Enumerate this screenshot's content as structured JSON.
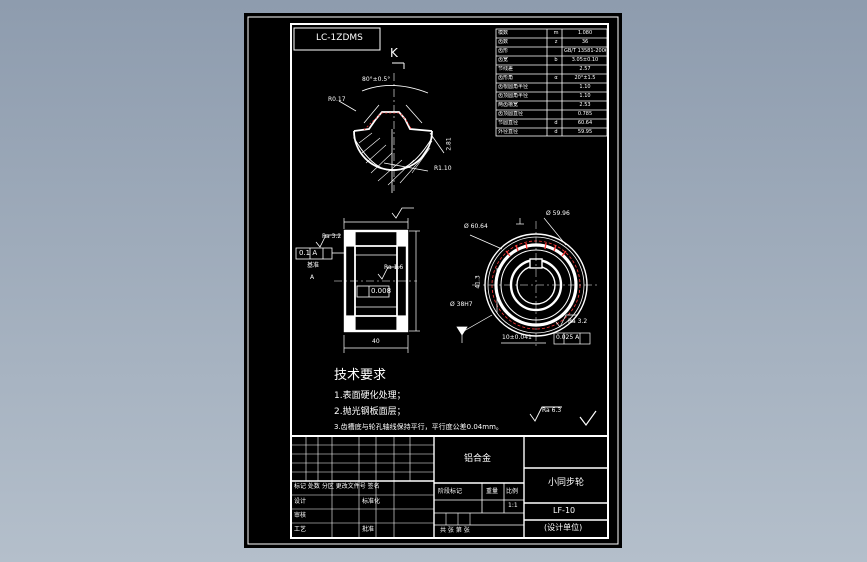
{
  "drawing": {
    "code_box": "LC-1ZDMS",
    "view_label": "K",
    "param_table": [
      [
        "模数",
        "m",
        "1.080"
      ],
      [
        "齿数",
        "z",
        "36"
      ],
      [
        "齿形",
        "",
        "GB/T 13581-2006"
      ],
      [
        "齿宽",
        "b",
        "3.05±0.10"
      ],
      [
        "节线差",
        "",
        "2.57"
      ],
      [
        "齿形角",
        "α",
        "20°±1.5"
      ],
      [
        "齿根圆角半径",
        "",
        "1.10"
      ],
      [
        "齿顶圆角半径",
        "",
        "1.10"
      ],
      [
        "两齿槽宽",
        "",
        "2.53"
      ],
      [
        "齿顶圆直径",
        "",
        "0.785"
      ],
      [
        "节圆直径",
        "d",
        "60.64"
      ],
      [
        "外径直径",
        "d",
        "59.95"
      ]
    ],
    "dims": {
      "r_top": "R0.17",
      "angle": "80°±0.5°",
      "r_bottom": "R1.10",
      "depth": "2.81",
      "d_outer": "Ø 60.64",
      "d_pitch": "Ø 59.96",
      "d_bore": "Ø 38",
      "bore_fit": "41.3",
      "keyway": "10±0.041",
      "width": "40",
      "ra_1": "Ra 1.6",
      "ra_2": "Ra 3.2",
      "ra_3": "Ra 3.2",
      "tol_a": "0.1 A",
      "tol_b": "0.025 A",
      "tol_c": "0.008",
      "datum": "A",
      "datum_label": "基准",
      "hole_d": "Ø 38H7"
    },
    "tech_req_title": "技术要求",
    "tech_req": [
      "1.表面硬化处理；",
      "2.抛光钢板面层；",
      "3.齿槽底与轮孔轴线保持平行，平行度公差0.04mm。"
    ],
    "ra_general": "Ra 6.3",
    "title_block": {
      "material": "铝合金",
      "part_name": "小同步轮",
      "part_code": "LF-10",
      "note": "(设计单位)",
      "ratio_header": "比例",
      "ratio_val": "1:1",
      "label_stage": "阶段标记",
      "label_weight": "重量",
      "row_mark": "标记 处数 分区 更改文件号 签名",
      "label_design": "设计",
      "label_std": "标准化",
      "label_check": "审核",
      "label_craft": "工艺",
      "label_approve": "批准",
      "sheets": "共 张 第 张"
    }
  }
}
